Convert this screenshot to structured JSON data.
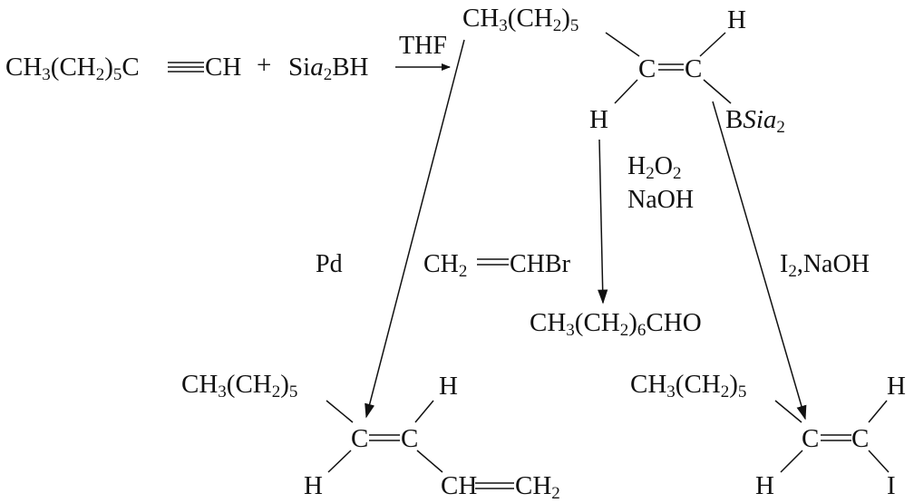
{
  "reaction": {
    "start": {
      "chain_a": "CH",
      "chain_a_sub": "3",
      "chain_b": "(CH",
      "chain_b_sub": "2",
      "chain_c": ")",
      "chain_c_sub": "5",
      "alkyne_c": "C",
      "alkyne_ch": "CH"
    },
    "plus": "+",
    "reagent": {
      "sia": "Si",
      "sia_it": "a",
      "sia_sub": "2",
      "bh": "BH"
    },
    "solvent": "THF",
    "intermediate": {
      "chain_a": "CH",
      "chain_a_sub": "3",
      "chain_b": "(CH",
      "chain_b_sub": "2",
      "chain_c": ")",
      "chain_c_sub": "5",
      "h_top": "H",
      "c_left": "C",
      "c_right": "C",
      "h_bottom": "H",
      "boron_b": "B",
      "boron_si": "Si",
      "boron_it": "a",
      "boron_sub": "2"
    },
    "left_branch": {
      "catalyst": "Pd",
      "reagent_a": "CH",
      "reagent_a_sub": "2",
      "reagent_b": "CHBr",
      "product": {
        "chain_a": "CH",
        "chain_a_sub": "3",
        "chain_b": "(CH",
        "chain_b_sub": "2",
        "chain_c": ")",
        "chain_c_sub": "5",
        "h_top": "H",
        "c_left": "C",
        "c_right": "C",
        "h_bottom": "H",
        "vinyl_ch": "CH",
        "vinyl_ch2": "CH",
        "vinyl_ch2_sub": "2"
      }
    },
    "middle_branch": {
      "reagent_1_a": "H",
      "reagent_1_a_sub": "2",
      "reagent_1_b": "O",
      "reagent_1_b_sub": "2",
      "reagent_2": "NaOH",
      "product_a": "CH",
      "product_a_sub": "3",
      "product_b": "(CH",
      "product_b_sub": "2",
      "product_c": ")",
      "product_c_sub": "6",
      "product_d": "CHO"
    },
    "right_branch": {
      "reagent_a": "I",
      "reagent_a_sub": "2",
      "reagent_b": ",NaOH",
      "product": {
        "chain_a": "CH",
        "chain_a_sub": "3",
        "chain_b": "(CH",
        "chain_b_sub": "2",
        "chain_c": ")",
        "chain_c_sub": "5",
        "h_top": "H",
        "c_left": "C",
        "c_right": "C",
        "h_bottom": "H",
        "iodine": "I"
      }
    }
  },
  "colors": {
    "ink": "#111111",
    "background": "#ffffff"
  }
}
